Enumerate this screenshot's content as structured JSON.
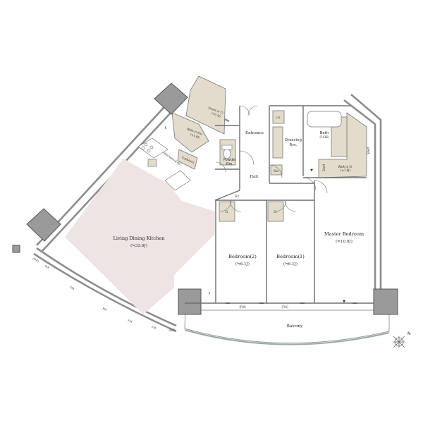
{
  "plan": {
    "rooms": {
      "ldk": {
        "name": "Living Dining Kitchen",
        "area": "(≒33.6J)"
      },
      "bedroom2": {
        "name": "Bedroom(2)",
        "area": "(≒6.1J)"
      },
      "bedroom1": {
        "name": "Bedroom(1)",
        "area": "(≒6.1J)"
      },
      "master": {
        "name": "Master Bedroom",
        "area": "(≒10.0J)"
      },
      "balcony": {
        "name": "Balcony"
      },
      "entrance": {
        "name": "Entrance"
      },
      "hall": {
        "name": "Hall"
      },
      "powder": {
        "name": "Powder",
        "name2": "Rm."
      },
      "dressing": {
        "name": "Dressing",
        "name2": "Rm."
      },
      "bath": {
        "name": "Bath",
        "sub": "(1416)"
      },
      "kitchen": {
        "name": "(Kitchen≒4.4J)"
      },
      "shoes": {
        "name": "Shoes-in Cl.",
        "sub": "(≒0.2J)"
      },
      "walkin_entry": {
        "name": "Walk-in Rm.",
        "sub": "(≒1.8J)"
      },
      "walkin_master": {
        "name": "Walk-in Cl.",
        "sub": "(≒1.0J)"
      },
      "cupboard": {
        "name": "Cupboard"
      }
    },
    "small_labels": {
      "cl": "Cl.",
      "shelf": "Shelf",
      "lin": "Lin.",
      "sto": "Sto.",
      "fix": "FIX",
      "fix_paren": "(FIX)",
      "p": "P",
      "r": "R",
      "down": "▼"
    },
    "compass": {
      "north": "N"
    }
  }
}
